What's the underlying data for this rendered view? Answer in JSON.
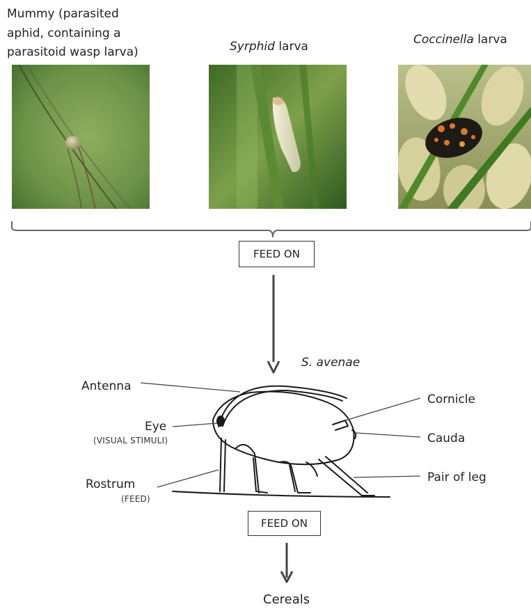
{
  "captions": {
    "mummy_line1": "Mummy (parasited",
    "mummy_line2": "aphid, containing a",
    "mummy_line3": "parasitoid wasp larva)",
    "syrphid_name": "Syrphid",
    "syrphid_rest": " larva",
    "coccinella_name": "Coccinella",
    "coccinella_rest": " larva"
  },
  "feed_on_top": "FEED ON",
  "feed_on_bottom": "FEED ON",
  "species": "S. avenae",
  "labels": {
    "antenna": "Antenna",
    "eye": "Eye",
    "eye_note": "(VISUAL STIMULI)",
    "rostrum": "Rostrum",
    "rostrum_note": "(FEED)",
    "cornicle": "Cornicle",
    "cauda": "Cauda",
    "pair_of_leg": "Pair of leg"
  },
  "cereals": "Cereals",
  "colors": {
    "grass_green": "#5a8a3a",
    "dark_green": "#2f5a1f",
    "wheat": "#d8d29a",
    "beetle_black": "#1e1a16",
    "beetle_orange": "#d9782a"
  }
}
